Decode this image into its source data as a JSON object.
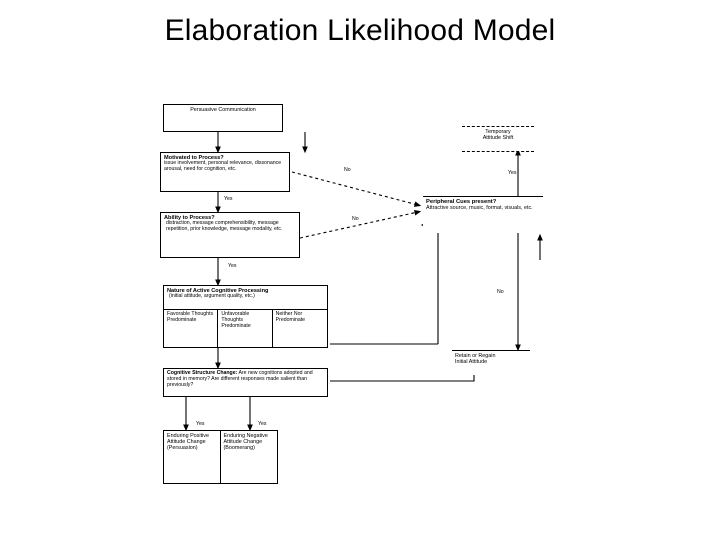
{
  "slide": {
    "title": "Elaboration Likelihood Model",
    "background_color": "#ffffff",
    "line_color": "#000000"
  },
  "diagram": {
    "type": "flowchart",
    "name": "elaboration-likelihood-model",
    "nodes": [
      {
        "id": "persuasive-communication",
        "heading": "Persuasive Communication",
        "sub": ""
      },
      {
        "id": "motivated-to-process",
        "heading": "Motivated to Process?",
        "sub": "issue involvement, personal relevance, dissonance arousal, need for cognition, etc."
      },
      {
        "id": "ability-to-process",
        "heading": "Ability to Process?",
        "sub": "distraction, message comprehensibility, message repetition, prior knowledge, message modality, etc."
      },
      {
        "id": "nature-of-processing",
        "heading": "Nature of Active Cognitive Processing",
        "sub": "(initial attitude, argument quality, etc.)"
      },
      {
        "id": "cognitive-structure-change",
        "heading": "Cognitive Structure Change:",
        "sub": "Are new cognitions adopted and stored in memory? Are different responses made salient than previously?"
      },
      {
        "id": "peripheral-cues",
        "heading": "Peripheral Cues present?",
        "sub": "Attractive source, music, format, visuals, etc."
      },
      {
        "id": "temporary-attitude-shift",
        "heading": "Temporary",
        "sub": "Attitude Shift"
      },
      {
        "id": "retain-regain-attitude",
        "heading": "Retain or Regain",
        "sub": "Initial Attitude"
      }
    ],
    "thought_columns": [
      {
        "id": "favorable-thoughts",
        "lines": "Favorable Thoughts Predominate"
      },
      {
        "id": "unfavorable-thoughts",
        "lines": "Unfavorable Thoughts Predominate"
      },
      {
        "id": "neither-predominate",
        "lines": "Neither Nor Predominate"
      }
    ],
    "outcomes": [
      {
        "id": "enduring-positive",
        "lines": "Enduring Positive Attitude Change (Persuasion)"
      },
      {
        "id": "enduring-negative",
        "lines": "Enduring Negative Attitude Change (Boomerang)"
      }
    ],
    "edge_labels": {
      "motivated_yes": "Yes",
      "motivated_no": "No",
      "ability_yes": "Yes",
      "ability_no": "No",
      "peripheral_yes": "Yes",
      "peripheral_no": "No",
      "structure_yes_left": "Yes",
      "structure_yes_right": "Yes"
    }
  }
}
